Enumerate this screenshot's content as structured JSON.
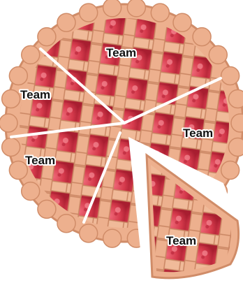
{
  "illustration": {
    "subject": "lattice-pie-icon",
    "colors": {
      "crust": "#EDB08E",
      "crust_edge": "#D08C68",
      "filling": "#D63A4C",
      "filling_dark": "#A81E30",
      "filling_light": "#F06B7A",
      "cut_line": "#FFFFFF"
    },
    "slice_labels": [
      "Team",
      "Team",
      "Team",
      "Team",
      "Team"
    ]
  }
}
